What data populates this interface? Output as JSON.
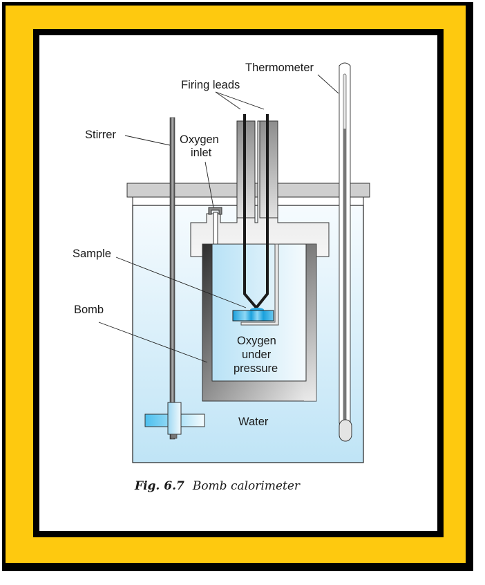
{
  "figure": {
    "number": "Fig. 6.7",
    "title": "Bomb calorimeter"
  },
  "labels": {
    "thermometer": "Thermometer",
    "firing_leads": "Firing leads",
    "stirrer": "Stirrer",
    "oxygen_inlet_line1": "Oxygen",
    "oxygen_inlet_line2": "inlet",
    "sample": "Sample",
    "bomb": "Bomb",
    "oxygen_pressure_line1": "Oxygen",
    "oxygen_pressure_line2": "under",
    "oxygen_pressure_line3": "pressure",
    "water": "Water"
  },
  "colors": {
    "frame_yellow": "#fec90f",
    "frame_black": "#000000",
    "water_blue": "#c4e6f7",
    "bomb_gray": "#6f6f6f",
    "lid_gray": "#cfcfcf",
    "sample_cyan": "#2aa9e0"
  }
}
